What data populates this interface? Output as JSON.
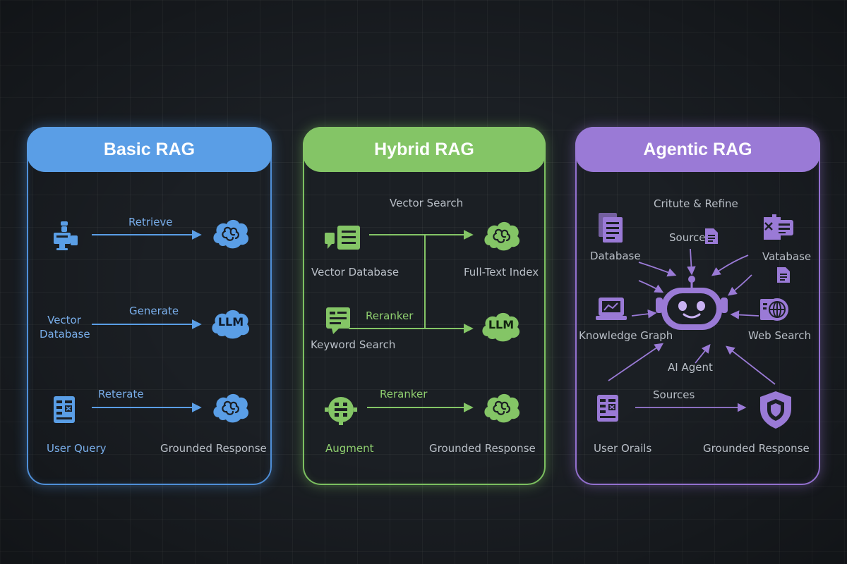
{
  "panels": {
    "basic": {
      "title": "Basic RAG",
      "labels": {
        "retrieve": "Retrieve",
        "generate": "Generate",
        "reterate": "Reterate",
        "vector_database": "Vector Database",
        "llm": "LLM",
        "user_query": "User Query",
        "grounded_response": "Grounded Response"
      }
    },
    "hybrid": {
      "title": "Hybrid RAG",
      "labels": {
        "vector_search": "Vector Search",
        "vector_database": "Vector Database",
        "full_text_index": "Full-Text Index",
        "reranker_top": "Reranker",
        "keyword_search": "Keyword Search",
        "llm": "LLM",
        "reranker_bottom": "Reranker",
        "augment": "Augment",
        "grounded_response": "Grounded Response"
      }
    },
    "agentic": {
      "title": "Agentic RAG",
      "labels": {
        "critute_refine": "Critute & Refine",
        "database": "Database",
        "source": "Source",
        "vatabase": "Vatabase",
        "knowledge_graph": "Knowledge Graph",
        "web_search": "Web Search",
        "ai_agent": "AI Agent",
        "sources": "Sources",
        "user_orails": "User Orails",
        "grounded_response": "Grounded Response"
      }
    }
  },
  "colors": {
    "background": "#1b1f24",
    "basic_accent": "#5a9ee6",
    "hybrid_accent": "#84c566",
    "agentic_accent": "#9a7ad6"
  }
}
